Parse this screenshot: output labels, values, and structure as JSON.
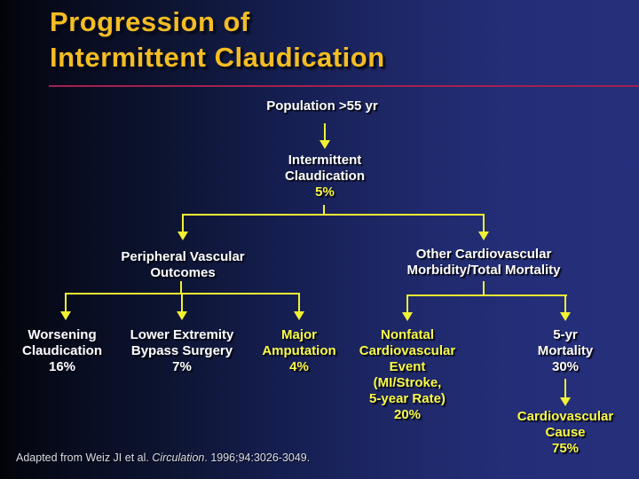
{
  "slide": {
    "title": {
      "line1": "Progression of",
      "line2": "Intermittent Claudication"
    },
    "footnote": {
      "prefix": "Adapted from Weiz JI et al. ",
      "journal": "Circulation",
      "suffix": ". 1996;94:3026-3049."
    }
  },
  "flowchart": {
    "population": {
      "label": "Population >55 yr"
    },
    "intermittent_claudication": {
      "line1": "Intermittent",
      "line2": "Claudication",
      "value": "5%"
    },
    "peripheral": {
      "line1": "Peripheral Vascular",
      "line2": "Outcomes"
    },
    "other_cv": {
      "line1": "Other Cardiovascular",
      "line2": "Morbidity/Total Mortality"
    },
    "worsening": {
      "line1": "Worsening",
      "line2": "Claudication",
      "value": "16%"
    },
    "bypass": {
      "line1": "Lower Extremity",
      "line2": "Bypass Surgery",
      "value": "7%"
    },
    "amputation": {
      "line1": "Major",
      "line2": "Amputation",
      "value": "4%"
    },
    "nonfatal": {
      "line1": "Nonfatal",
      "line2": "Cardiovascular",
      "line3": "Event",
      "line4": "(MI/Stroke,",
      "line5": "5-year Rate)",
      "value": "20%"
    },
    "mortality": {
      "line1": "5-yr",
      "line2": "Mortality",
      "value": "30%"
    },
    "cv_cause": {
      "line1": "Cardiovascular",
      "line2": "Cause",
      "value": "75%"
    }
  },
  "colors": {
    "background_left": "#04050C",
    "background_right": "#262F7C",
    "title_gold": "#F3BD23",
    "divider_red": "#A2214F",
    "connector_yellow": "#F2F233",
    "text_white": "#FFFFFF",
    "text_yellow": "#FAFA4A",
    "footnote_gray": "#DCDEE8"
  }
}
